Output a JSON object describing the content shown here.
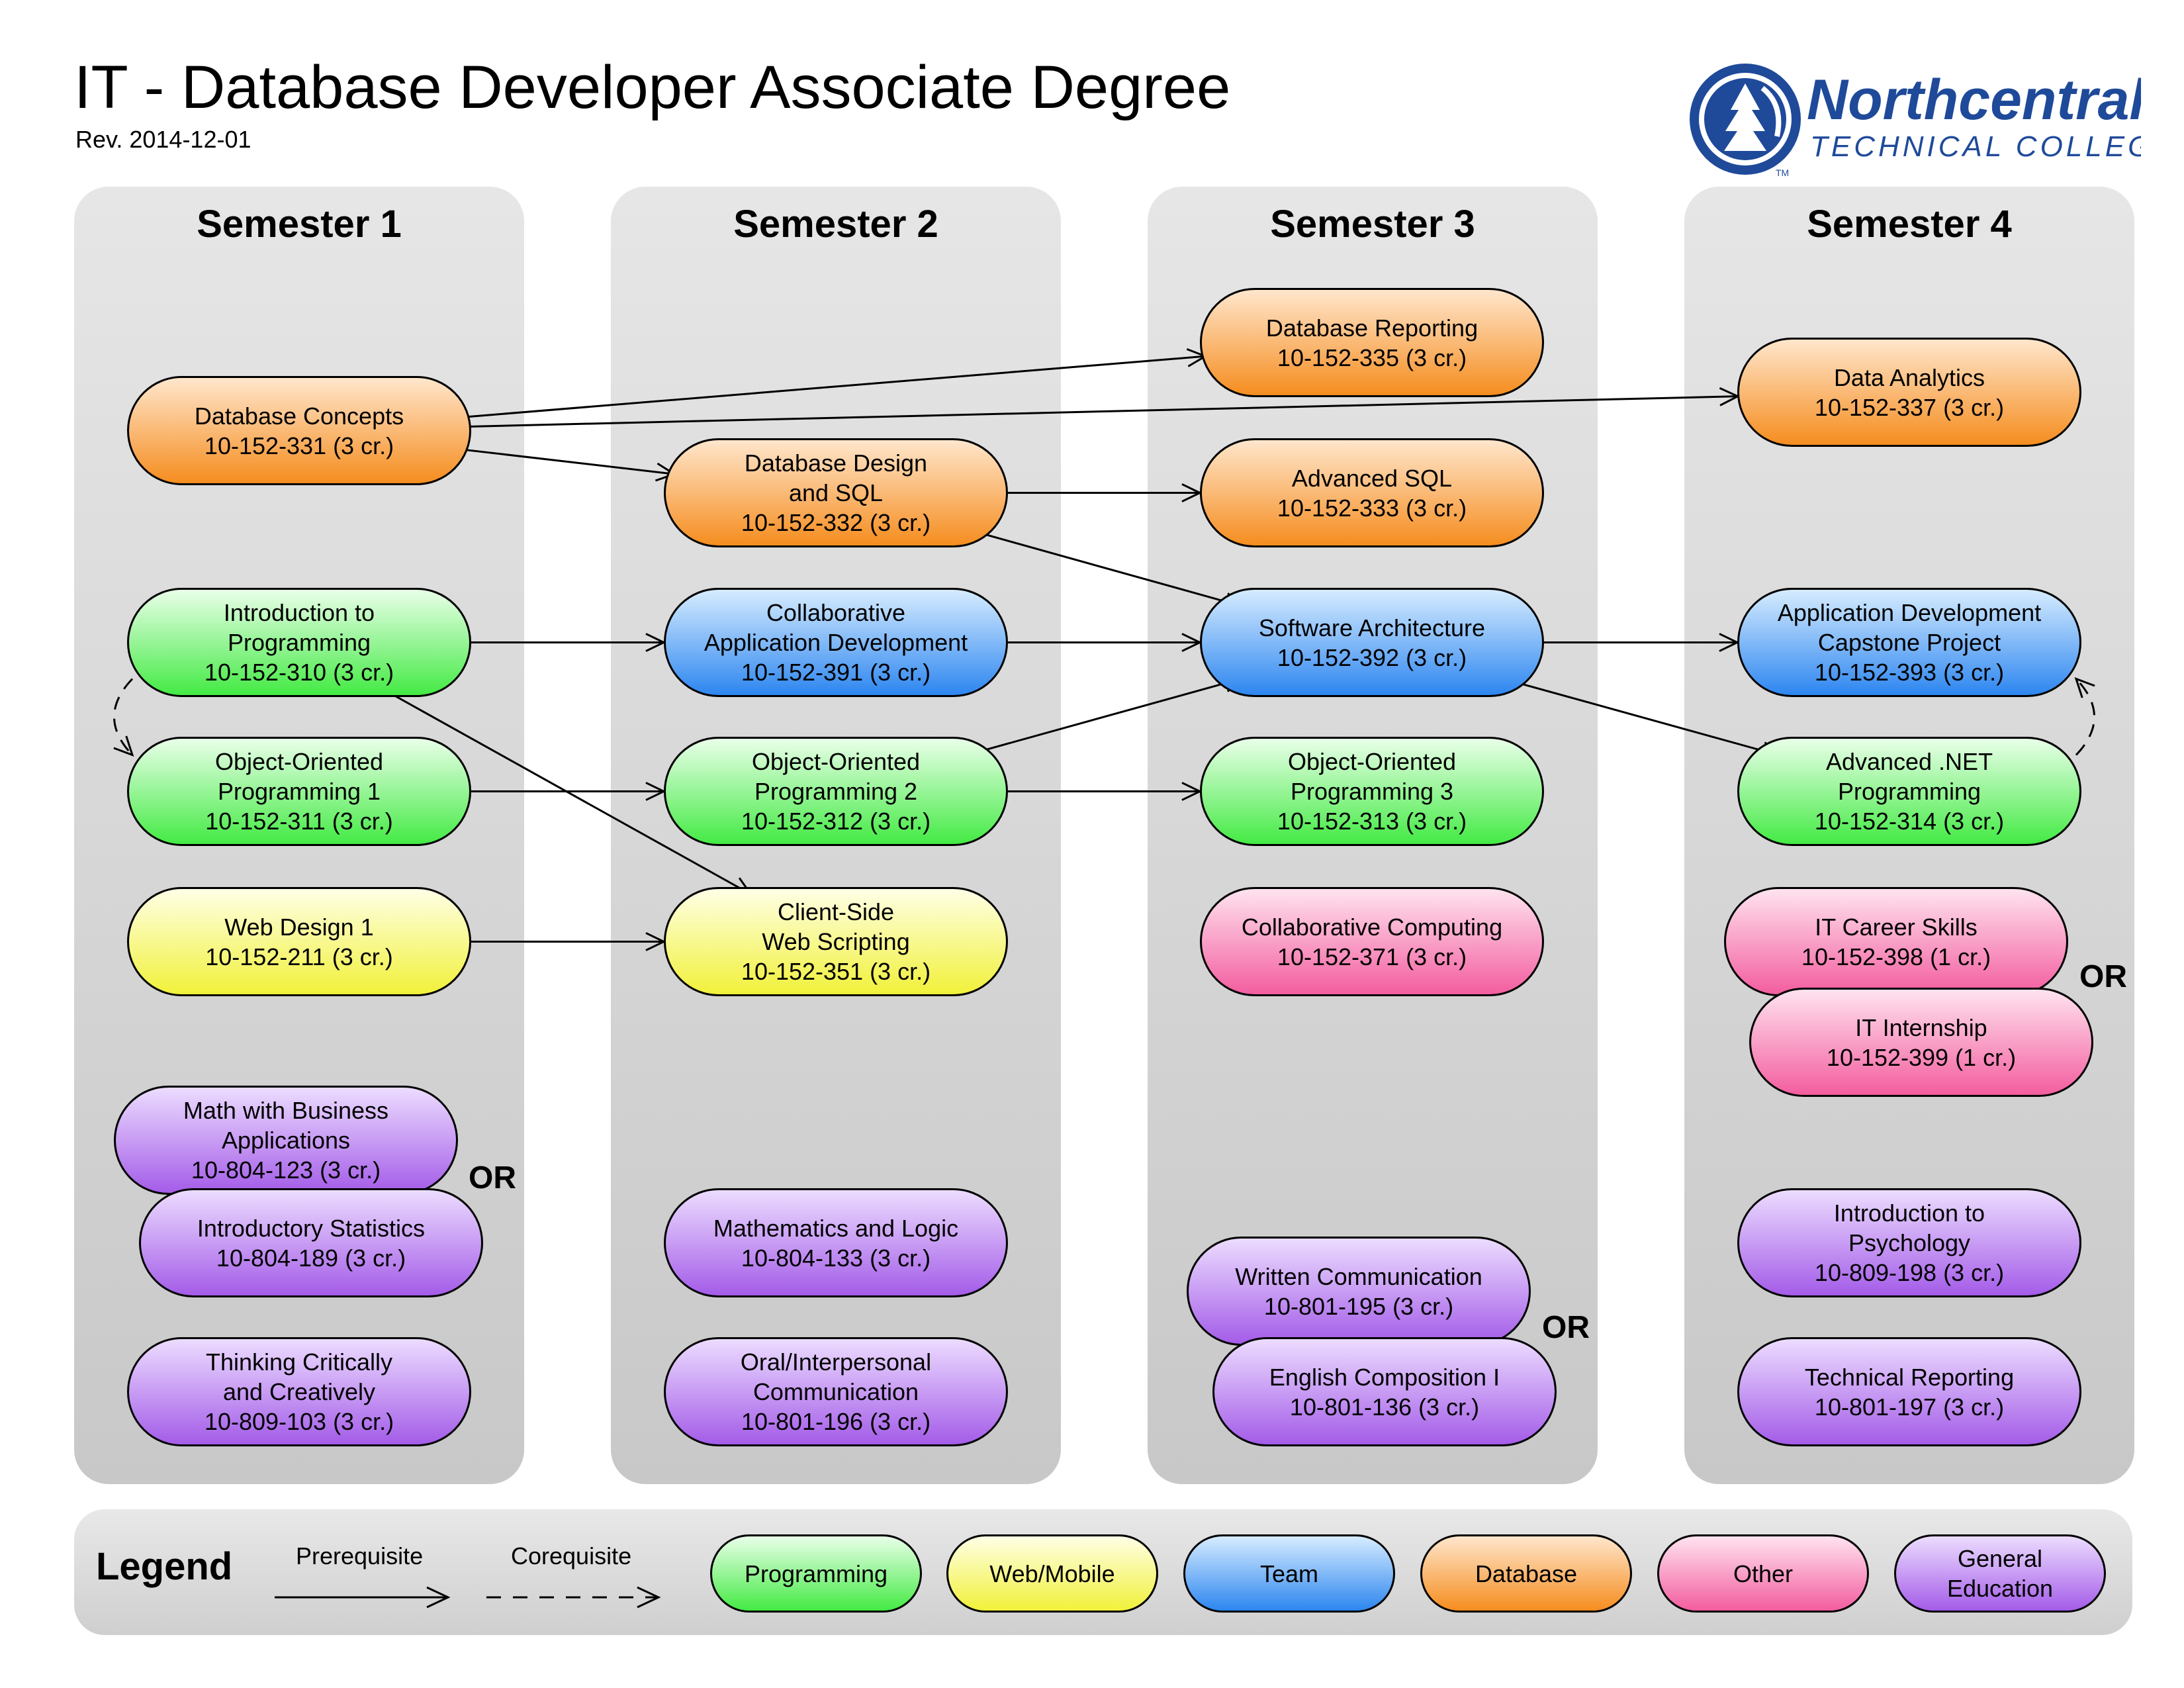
{
  "title": "IT - Database Developer Associate Degree",
  "revision": "Rev. 2014-12-01",
  "logo": {
    "name": "Northcentral",
    "subtitle": "TECHNICAL COLLEGE",
    "mark": "TM",
    "color": "#1f4a9a"
  },
  "semesters": [
    "Semester 1",
    "Semester 2",
    "Semester 3",
    "Semester 4"
  ],
  "courses": {
    "db_concepts": {
      "name": [
        "Database Concepts"
      ],
      "code": "10-152-331 (3 cr.)",
      "category": "Database"
    },
    "intro_prog": {
      "name": [
        "Introduction to",
        "Programming"
      ],
      "code": "10-152-310 (3 cr.)",
      "category": "Programming"
    },
    "oop1": {
      "name": [
        "Object-Oriented",
        "Programming 1"
      ],
      "code": "10-152-311 (3 cr.)",
      "category": "Programming"
    },
    "web_design1": {
      "name": [
        "Web Design 1"
      ],
      "code": "10-152-211 (3 cr.)",
      "category": "Web/Mobile"
    },
    "math_business": {
      "name": [
        "Math with Business",
        "Applications"
      ],
      "code": "10-804-123 (3 cr.)",
      "category": "General Education"
    },
    "intro_stats": {
      "name": [
        "Introductory Statistics"
      ],
      "code": "10-804-189 (3 cr.)",
      "category": "General Education"
    },
    "thinking": {
      "name": [
        "Thinking Critically",
        "and Creatively"
      ],
      "code": "10-809-103 (3 cr.)",
      "category": "General Education"
    },
    "db_design": {
      "name": [
        "Database Design",
        "and SQL"
      ],
      "code": "10-152-332 (3 cr.)",
      "category": "Database"
    },
    "collab_app": {
      "name": [
        "Collaborative",
        "Application Development"
      ],
      "code": "10-152-391 (3 cr.)",
      "category": "Team"
    },
    "oop2": {
      "name": [
        "Object-Oriented",
        "Programming 2"
      ],
      "code": "10-152-312 (3 cr.)",
      "category": "Programming"
    },
    "client_web": {
      "name": [
        "Client-Side",
        "Web Scripting"
      ],
      "code": "10-152-351 (3 cr.)",
      "category": "Web/Mobile"
    },
    "math_logic": {
      "name": [
        "Mathematics and Logic"
      ],
      "code": "10-804-133 (3 cr.)",
      "category": "General Education"
    },
    "oral_comm": {
      "name": [
        "Oral/Interpersonal",
        "Communication"
      ],
      "code": "10-801-196 (3 cr.)",
      "category": "General Education"
    },
    "db_reporting": {
      "name": [
        "Database Reporting"
      ],
      "code": "10-152-335 (3 cr.)",
      "category": "Database"
    },
    "adv_sql": {
      "name": [
        "Advanced SQL"
      ],
      "code": "10-152-333 (3 cr.)",
      "category": "Database"
    },
    "sw_arch": {
      "name": [
        "Software Architecture"
      ],
      "code": "10-152-392 (3 cr.)",
      "category": "Team"
    },
    "oop3": {
      "name": [
        "Object-Oriented",
        "Programming 3"
      ],
      "code": "10-152-313 (3 cr.)",
      "category": "Programming"
    },
    "collab_comp": {
      "name": [
        "Collaborative Computing"
      ],
      "code": "10-152-371 (3 cr.)",
      "category": "Other"
    },
    "written_comm": {
      "name": [
        "Written Communication"
      ],
      "code": "10-801-195 (3 cr.)",
      "category": "General Education"
    },
    "english_comp": {
      "name": [
        "English Composition I"
      ],
      "code": "10-801-136 (3 cr.)",
      "category": "General Education"
    },
    "data_analytics": {
      "name": [
        "Data Analytics"
      ],
      "code": "10-152-337 (3 cr.)",
      "category": "Database"
    },
    "capstone": {
      "name": [
        "Application Development",
        "Capstone Project"
      ],
      "code": "10-152-393 (3 cr.)",
      "category": "Team"
    },
    "adv_net": {
      "name": [
        "Advanced .NET",
        "Programming"
      ],
      "code": "10-152-314 (3 cr.)",
      "category": "Programming"
    },
    "career_skills": {
      "name": [
        "IT Career Skills"
      ],
      "code": "10-152-398 (1 cr.)",
      "category": "Other"
    },
    "internship": {
      "name": [
        "IT Internship"
      ],
      "code": "10-152-399 (1 cr.)",
      "category": "Other"
    },
    "intro_psych": {
      "name": [
        "Introduction to",
        "Psychology"
      ],
      "code": "10-809-198 (3 cr.)",
      "category": "General Education"
    },
    "tech_report": {
      "name": [
        "Technical Reporting"
      ],
      "code": "10-801-197 (3 cr.)",
      "category": "General Education"
    }
  },
  "or_label": "OR",
  "prerequisites": [
    [
      "db_concepts",
      "db_reporting"
    ],
    [
      "db_concepts",
      "data_analytics"
    ],
    [
      "db_concepts",
      "db_design"
    ],
    [
      "db_design",
      "adv_sql"
    ],
    [
      "db_design",
      "sw_arch"
    ],
    [
      "intro_prog",
      "collab_app"
    ],
    [
      "intro_prog",
      "client_web"
    ],
    [
      "oop1",
      "oop2"
    ],
    [
      "web_design1",
      "client_web"
    ],
    [
      "collab_app",
      "sw_arch"
    ],
    [
      "oop2",
      "sw_arch"
    ],
    [
      "oop2",
      "oop3"
    ],
    [
      "sw_arch",
      "capstone"
    ],
    [
      "sw_arch",
      "adv_net"
    ]
  ],
  "corequisites": [
    [
      "intro_prog",
      "oop1"
    ],
    [
      "adv_net",
      "capstone"
    ]
  ],
  "legend": {
    "title": "Legend",
    "prerequisite": "Prerequisite",
    "corequisite": "Corequisite",
    "categories": [
      {
        "label": [
          "Programming"
        ],
        "color": "#44ea44"
      },
      {
        "label": [
          "Web/Mobile"
        ],
        "color": "#f1f13a"
      },
      {
        "label": [
          "Team"
        ],
        "color": "#2d86f0"
      },
      {
        "label": [
          "Database"
        ],
        "color": "#f58d1f"
      },
      {
        "label": [
          "Other"
        ],
        "color": "#f35d9f"
      },
      {
        "label": [
          "General",
          "Education"
        ],
        "color": "#a45ce8"
      }
    ]
  }
}
